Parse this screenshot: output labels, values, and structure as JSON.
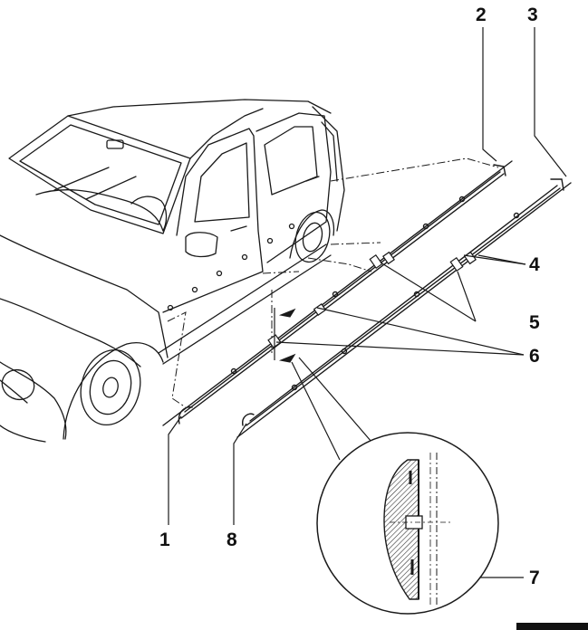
{
  "callouts": {
    "c1": "1",
    "c2": "2",
    "c3": "3",
    "c4": "4",
    "c5": "5",
    "c6": "6",
    "c7": "7",
    "c8": "8"
  },
  "colors": {
    "ink": "#1a1a1a",
    "paper": "#ffffff",
    "hatch": "#444444"
  }
}
